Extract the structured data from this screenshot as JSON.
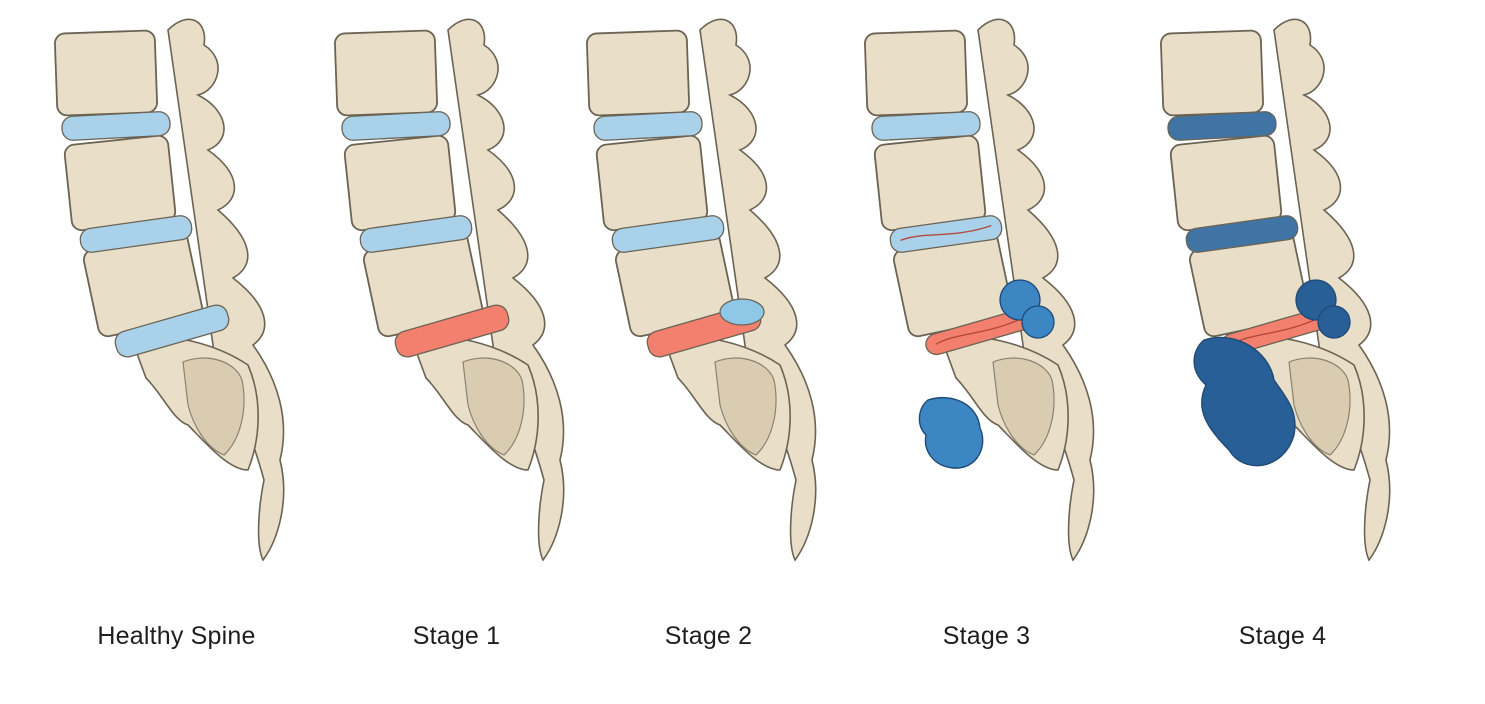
{
  "stages": [
    {
      "label": "Healthy Spine",
      "disc_state": [
        "healthy",
        "healthy",
        "healthy"
      ],
      "joint_swelling": 0,
      "bone_spur": 0
    },
    {
      "label": "Stage 1",
      "disc_state": [
        "healthy",
        "healthy",
        "inflamed"
      ],
      "joint_swelling": 0,
      "bone_spur": 0
    },
    {
      "label": "Stage 2",
      "disc_state": [
        "healthy",
        "healthy",
        "inflamed"
      ],
      "joint_swelling": 1,
      "bone_spur": 0
    },
    {
      "label": "Stage 3",
      "disc_state": [
        "healthy",
        "degenerated",
        "collapsed"
      ],
      "joint_swelling": 2,
      "bone_spur": 2
    },
    {
      "label": "Stage 4",
      "disc_state": [
        "darkened",
        "darkened",
        "collapsed"
      ],
      "joint_swelling": 3,
      "bone_spur": 3
    }
  ],
  "colors": {
    "bone": "#e9dfc9",
    "bone_shade": "#d4c6a8",
    "outline": "#6b6353",
    "disc_healthy": "#a9d1ea",
    "disc_darkened": "#3f74a5",
    "disc_inflamed": "#f3806f",
    "growth_light": "#8fc8e6",
    "growth_mid": "#3c86c4",
    "growth_dark": "#285f97"
  }
}
